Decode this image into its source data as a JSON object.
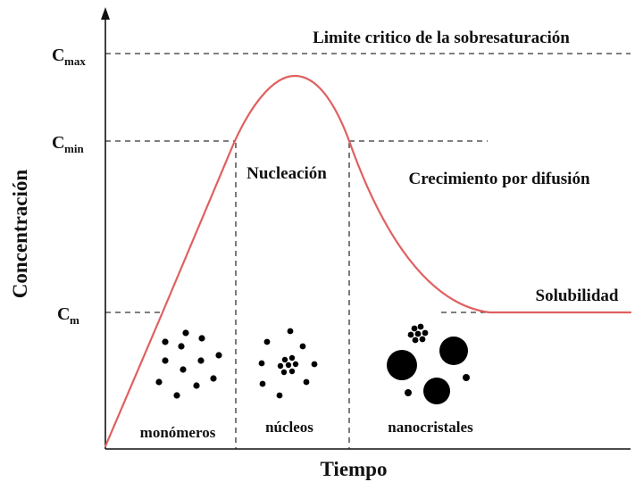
{
  "axes": {
    "x_title": "Tiempo",
    "y_title": "Concentración"
  },
  "levels": {
    "c_max": {
      "main": "C",
      "sub": "max"
    },
    "c_min": {
      "main": "C",
      "sub": "min"
    },
    "c_m": {
      "main": "C",
      "sub": "m"
    }
  },
  "labels": {
    "critical_limit": "Limite critico de la sobresaturación",
    "nucleation": "Nucleación",
    "diffusion_growth": "Crecimiento por difusión",
    "solubility": "Solubilidad",
    "monomers": "monómeros",
    "nuclei": "núcleos",
    "nanocrystals": "nanocristales"
  },
  "colors": {
    "curve": "#e06060",
    "particle": "#000000",
    "axis": "#111111",
    "guide": "#333333"
  }
}
